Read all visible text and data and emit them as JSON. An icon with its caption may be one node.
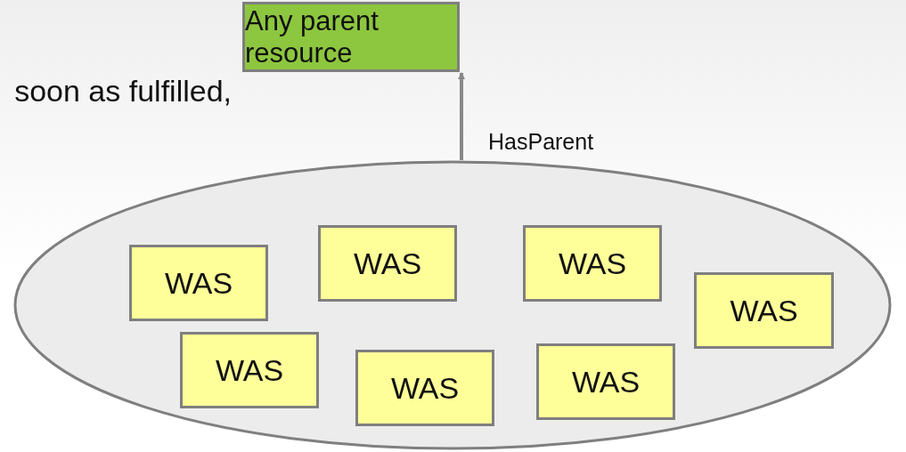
{
  "diagram": {
    "nodes": [
      {
        "text": [
          "Any parent resource"
        ]
      },
      {
        "text": [],
        "shape": "ellipse"
      },
      {
        "text": [
          "WAS"
        ],
        "in": 1
      },
      {
        "text": [
          "WAS"
        ],
        "in": 1
      },
      {
        "text": [
          "WAS"
        ],
        "in": 1
      },
      {
        "text": [
          "WAS"
        ],
        "in": 1
      },
      {
        "text": [
          "WAS"
        ],
        "in": 1
      },
      {
        "text": [
          "WAS"
        ],
        "in": 1
      },
      {
        "text": [
          "WAS"
        ],
        "in": 1
      }
    ],
    "edges": [
      {
        "from": 1,
        "to": 0,
        "arrow": "to",
        "label": "HasParent"
      }
    ],
    "labels": [
      "soon as fulfilled,"
    ]
  }
}
